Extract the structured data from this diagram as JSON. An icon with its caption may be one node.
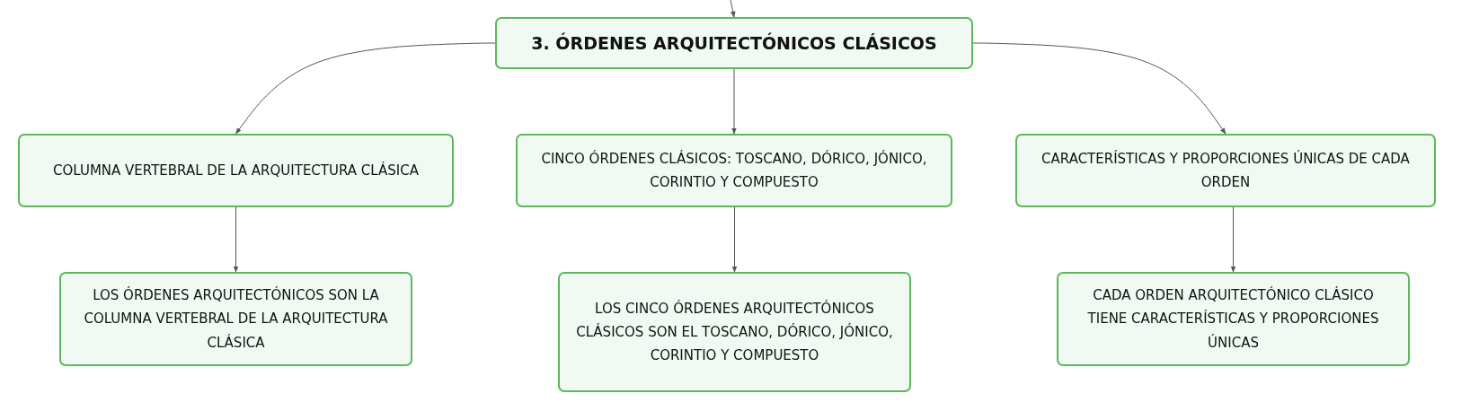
{
  "diagram": {
    "nodes": [
      {
        "text": [
          "3. ÓRDENES ARQUITECTÓNICOS CLÁSICOS"
        ]
      },
      {
        "text": [
          "COLUMNA VERTEBRAL DE LA ARQUITECTURA CLÁSICA"
        ]
      },
      {
        "text": [
          "CINCO ÓRDENES CLÁSICOS: TOSCANO, DÓRICO, JÓNICO, CORINTIO Y COMPUESTO"
        ]
      },
      {
        "text": [
          "CARACTERÍSTICAS Y PROPORCIONES ÚNICAS DE CADA ORDEN"
        ]
      },
      {
        "text": [
          "LOS ÓRDENES ARQUITECTÓNICOS SON LA COLUMNA VERTEBRAL DE LA ARQUITECTURA CLÁSICA"
        ]
      },
      {
        "text": [
          "LOS CINCO ÓRDENES ARQUITECTÓNICOS CLÁSICOS SON EL TOSCANO, DÓRICO, JÓNICO, CORINTIO Y COMPUESTO"
        ]
      },
      {
        "text": [
          "CADA ORDEN ARQUITECTÓNICO CLÁSICO TIENE CARACTERÍSTICAS Y PROPORCIONES ÚNICAS"
        ]
      }
    ],
    "edges": [
      {
        "from": null,
        "to": 0,
        "arrow": "to"
      },
      {
        "from": 0,
        "to": 1,
        "arrow": "to"
      },
      {
        "from": 0,
        "to": 2,
        "arrow": "to"
      },
      {
        "from": 0,
        "to": 3,
        "arrow": "to"
      },
      {
        "from": 1,
        "to": 4,
        "arrow": "to"
      },
      {
        "from": 2,
        "to": 5,
        "arrow": "to"
      },
      {
        "from": 3,
        "to": 6,
        "arrow": "to"
      }
    ]
  }
}
